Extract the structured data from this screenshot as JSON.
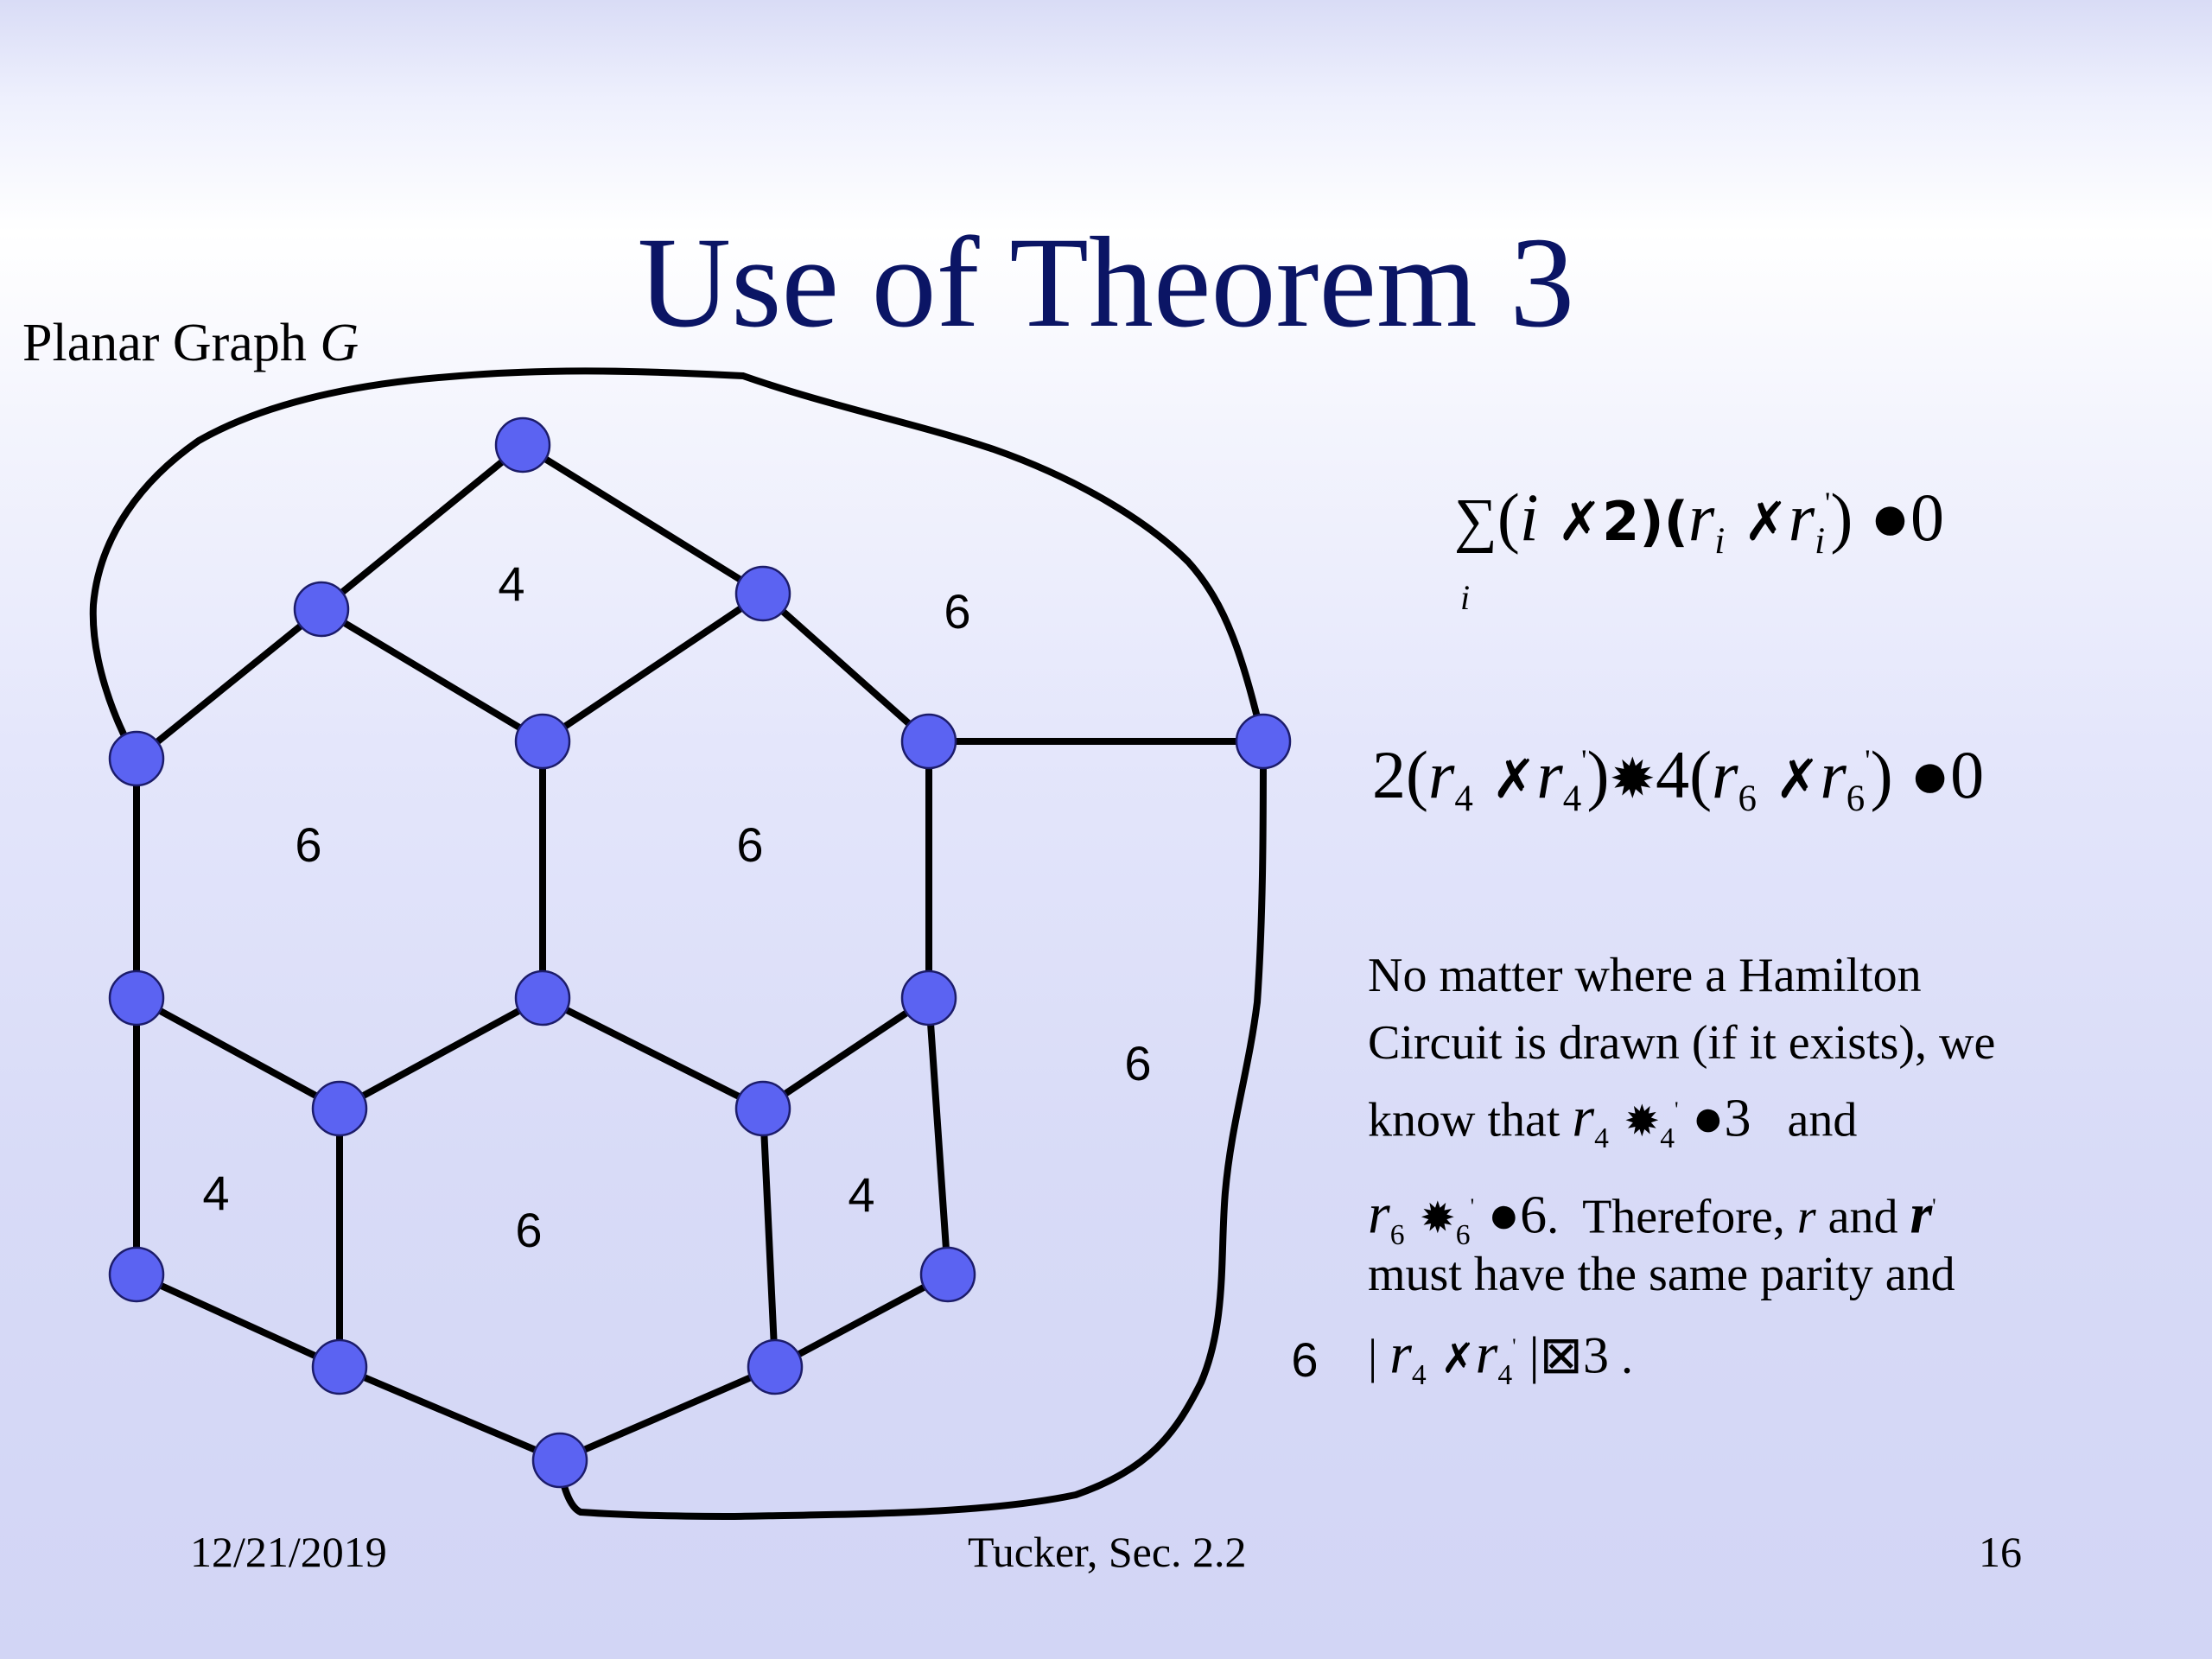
{
  "slide": {
    "title": "Use of Theorem 3",
    "graph_label": "Planar Graph ",
    "graph_label_var": "G",
    "face_labels": {
      "top": "4",
      "top_right": "6",
      "left_mid": "6",
      "center_mid": "6",
      "right_outer": "6",
      "bottom_left": "4",
      "bottom_center": "6",
      "bottom_right": "4",
      "outer": "6"
    },
    "equation1": {
      "sum_sym": "∑",
      "sum_index": "i",
      "lead": "(",
      "i": "i",
      "mid1": " ✗2)(",
      "r": "r",
      "sub_i": "i",
      "minus": " ✗",
      "r2": "r",
      "sub_i2": "i",
      "prime": "'",
      "end": ") ●0"
    },
    "equation2": {
      "coef": "2(",
      "r": "r",
      "sub4": "4",
      "minus": " ✗",
      "r2": "r",
      "sub4b": "4",
      "prime": "'",
      "close": ")",
      "plus": "✹",
      "four": "4(",
      "r3": "r",
      "sub6": "6",
      "minus2": " ✗",
      "r4": "r",
      "sub6b": "6",
      "prime2": "'",
      "end": ") ●0"
    },
    "paragraph": {
      "line1": "No matter where a Hamilton",
      "line2": "Circuit is drawn (if it exists), we",
      "line3_text": "know that ",
      "line3_r": "r",
      "line3_sub": "4",
      "line3_plus": " ✹",
      "line3_sub2": "4",
      "line3_prime": "'",
      "line3_eq": " ●3",
      "line3_and": "   and",
      "line4_r": "r",
      "line4_sub": "6",
      "line4_plus": " ✹",
      "line4_sub2": "6",
      "line4_prime": "'",
      "line4_eq": " ●6",
      "line4_text": ".  Therefore, ",
      "line4_rvar": "r",
      "line4_and": " and ",
      "line4_rprime": "r",
      "line4_rprime_mark": "'",
      "line5": "must have the same parity and",
      "line6_bar": "| ",
      "line6_r": "r",
      "line6_sub": "4",
      "line6_minus": " ✗",
      "line6_r2": "r",
      "line6_sub2": "4",
      "line6_prime": "'",
      "line6_end": " |⊠3",
      "line6_dot": " ."
    },
    "footer": {
      "date": "12/21/2019",
      "source": "Tucker, Sec. 2.2",
      "page": "16"
    },
    "colors": {
      "title": "#0b1565",
      "vertex_fill": "#5b63f2",
      "edge": "#000000"
    }
  }
}
